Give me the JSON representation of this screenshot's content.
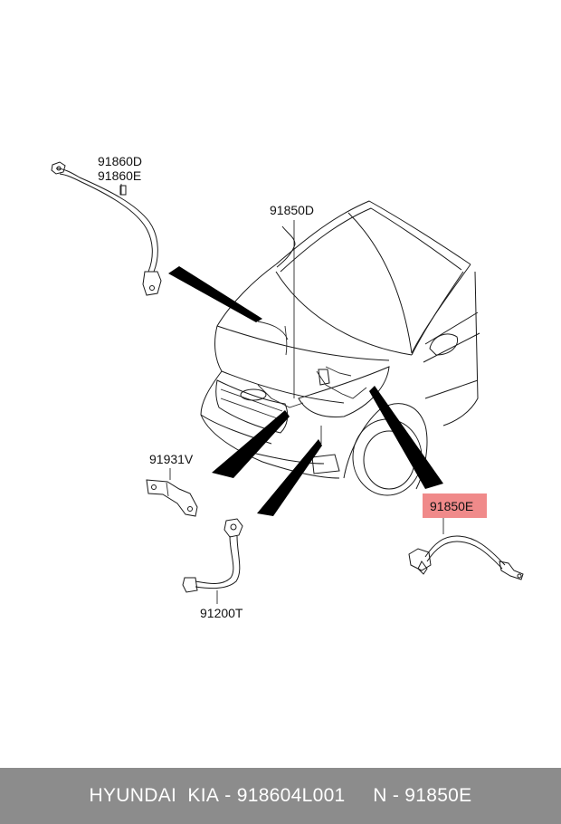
{
  "diagram": {
    "callouts": {
      "c1a": "91860D",
      "c1b": "91860E",
      "c2": "91850D",
      "c3": "91931V",
      "c4": "91850E",
      "c5": "91200T"
    },
    "highlight_color": "#f08a8a",
    "highlighted_part": "91850E"
  },
  "footer": {
    "brand": "HYUNDAI  KIA",
    "sep1": " - ",
    "part_number": "918604L001",
    "gap": "     ",
    "n_label": "N",
    "sep2": " - ",
    "n_value": "91850E"
  },
  "colors": {
    "footer_bg": "#8c8c8c",
    "footer_text": "#ffffff"
  }
}
